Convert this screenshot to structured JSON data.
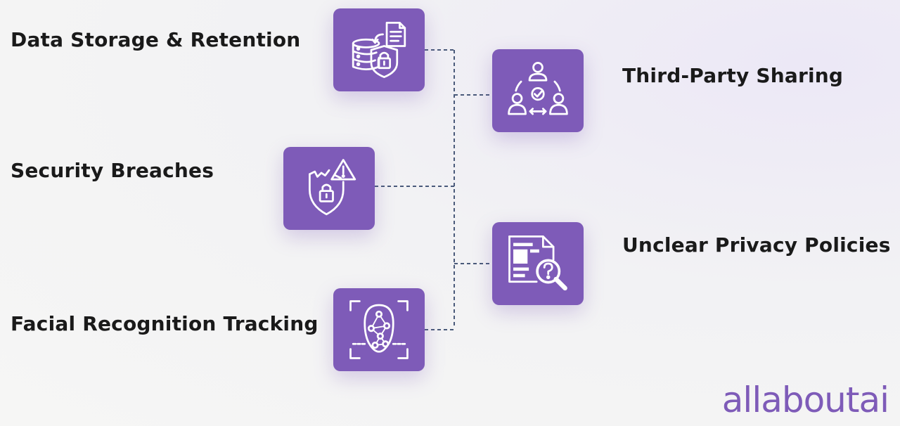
{
  "items": [
    {
      "label": "Data Storage & Retention",
      "icon": "database-lock-icon"
    },
    {
      "label": "Third-Party Sharing",
      "icon": "people-sharing-icon"
    },
    {
      "label": "Security Breaches",
      "icon": "shield-warning-icon"
    },
    {
      "label": "Unclear Privacy Policies",
      "icon": "document-question-icon"
    },
    {
      "label": "Facial Recognition Tracking",
      "icon": "face-scan-icon"
    }
  ],
  "brand": {
    "logo_text": "allaboutai"
  },
  "colors": {
    "accent": "#7e5bb8",
    "connector": "#4a5a7a",
    "text": "#1a1a1a"
  }
}
